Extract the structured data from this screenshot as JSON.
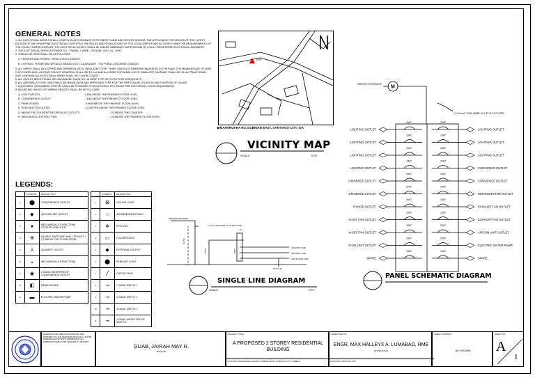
{
  "general_notes": {
    "title": "GENERAL NOTES",
    "items": [
      "1. ALL ELECTRICAL WORKS SHALL COMPLY IN ACCORDANCE WITH THESE PLANS AND SPECIFICATIONS, THE APPLICABLE PROVISIONS OF THE LATEST EDITION OF THE PHILIPPINE ELECTRICAL CODE (PEC) THE RULES AND REGULATIONS OF THE LOCAL ENFORCING AUTHORITY AND THE REQUIREMENTS OF THE LOCAL POWER COMPANY. THE ELECTRICAL WORKS SHALL BE UNDER IMMEDIATE SUPERVISION OF A DULY REGISTERED ELECTRICAL ENGINEER.",
      "2. THE ELECTRICAL SERVICE POWER IS 1 - PHASE, 2 WIRE - GROUND 230 V AC, 60HZ.",
      "3. WIRING METHOD SHALL BE AS FOLLOWS :",
      "A. FEEDERS AND RISERS - RIGID STEEL CONDUIT",
      "B. LIGHTING, POWER RECEPTACLE BRANCH CKT, & AUXILIARY - POLYVINYL CHLORIDE CONDUIT",
      "4. ALL WIRES SHALL BE COPPER AND THERMOPLASTIC INSULATED TYPE \"THHN\" UNLESS OTHERWISE INDICATED IN THE PLAN. THE MINIMUM SIZE OF WIRE FOR POWER AND LIGHTING CIRCUIT HOMERUN SHALL BE 3.5 mm AND ALLOWED FOR 60MM VOLTS. SMALLEST RACEWAY SHALL BE 15 mm TRADITIONAL SIZE. LIKEWISE ALL ELECTRICAL WIRES SHALL BE COLOR CODED.",
      "5. ALL OUTLET BOXES SHALL BE GALVANIZED GAGE NO. 16 DEEP TYPE WITH FACTORY KNOCKOUTS.",
      "6. ALL MATERIALS TO BE USED SHALL BE BRAND NEW AND APPROVED TYPE FOR THE PARTICULAR LOCATION AND PURPOSE OF USAGE.",
      "7. EQUIPMENT GROUNDING SYSTEM SHALL BE PROVIDED TO ELECTRICAL SYSTEM AS PER ELECTRICAL CODE REQUIREMENT.",
      "8. MOUNTING HEIGHT OF WIRING DEVICES SHALL BE AS FOLLOWS :"
    ],
    "heights": [
      {
        "label": "A. LIGHT SWITCH",
        "value": "1.30M ABOVE THE FINISHED FLOOR LEVEL"
      },
      {
        "label": "B. CONVENIENCE OUTLET",
        "value": "- .40M ABOVE THE FINISHED FLOOR LEVEL"
      },
      {
        "label": "C. PANELBOARD",
        "value": "- 1.60M ABOVE THE FINISHED FLOOR LEVEL"
      },
      {
        "label": "D. PUSH BUTTON OUTLET",
        "value": "- 15 METER ABOVE THE FINISHED FLOOR LEVEL"
      },
      {
        "label": "G. ABOVE THE COUNTER RECEPTACLE OUTLETS",
        "value": "- .25 ABOVE THE COUNTER"
      },
      {
        "label": "H. MECHANICAL EXTRACT FAN",
        "value": "- 1.8 ABOVE THE FINISHED FLOOR LEVEL"
      }
    ]
  },
  "legends": {
    "title": "LEGENDS:",
    "header": {
      "symbol": "SYMBOLS",
      "description": "DESCRIPTION"
    },
    "left": [
      {
        "num": "1",
        "icon": "convenience-outlet-icon",
        "glyph": "⬤",
        "desc": "CONVENIENCE OUTLET"
      },
      {
        "num": "2",
        "icon": "aircon-outlet-icon",
        "glyph": "◆",
        "desc": "AIRCON UNIT OUTLET"
      },
      {
        "num": "3",
        "icon": "extract-fan-icon",
        "glyph": "●",
        "desc": "MECHANICAL EXTRACT FAN COOKER HOB HOOD"
      },
      {
        "num": "4",
        "icon": "double-outlet-icon",
        "glyph": "⊕",
        "desc": "DOUBLE SWITCHED WALL SOCKET 1 FT ABOVE THE FLOOR LEVEL"
      },
      {
        "num": "5",
        "icon": "laundry-outlet-icon",
        "glyph": "⅄",
        "desc": "LAUNDRY OUTLET"
      },
      {
        "num": "6",
        "icon": "mechanical-fan-icon",
        "glyph": "◒",
        "desc": "MECHANICAL EXTRACT FAN"
      },
      {
        "num": "7",
        "icon": "waterproof-outlet-icon",
        "glyph": "◉",
        "desc": "2 GANG WATERPROOF CONVENIENCE OUTLET"
      },
      {
        "num": "8",
        "icon": "panel-board-icon",
        "glyph": "◧",
        "desc": "PANEL BOARD"
      },
      {
        "num": "9",
        "icon": "water-pump-icon",
        "glyph": "▬",
        "desc": "ELECTRIC WATER PUMP"
      }
    ],
    "right": [
      {
        "num": "1",
        "icon": "ceiling-light-icon",
        "glyph": "⊠",
        "desc": "CEILING LIGHT"
      },
      {
        "num": "2",
        "icon": "incandescent-bulb-icon",
        "glyph": "○",
        "desc": "INCANDESCENT BULB"
      },
      {
        "num": "3",
        "icon": "pin-light-icon",
        "glyph": "✲",
        "desc": "PIN LIGHT"
      },
      {
        "num": "4",
        "icon": "fluorescent-icon",
        "glyph": "▭",
        "desc": "FLUORESCENT"
      },
      {
        "num": "5",
        "icon": "external-output-icon",
        "glyph": "◆",
        "desc": "EXTERNAL OUTPUT"
      },
      {
        "num": "6",
        "icon": "pendant-light-icon",
        "glyph": "⬤",
        "desc": "PENDANT LIGHT"
      },
      {
        "num": "7",
        "icon": "circuit-run-icon",
        "glyph": "╱",
        "desc": "CIRCUIT RUN"
      },
      {
        "num": "8",
        "icon": "one-gang-switch-icon",
        "glyph": "⊸",
        "desc": "1 GANG SWITCH"
      },
      {
        "num": "9",
        "icon": "two-gang-switch-icon",
        "glyph": "⊸",
        "desc": "2 GANG SWITCH"
      },
      {
        "num": "10",
        "icon": "three-gang-switch-icon",
        "glyph": "⊸",
        "desc": "3 GANG SWITCH"
      },
      {
        "num": "11",
        "icon": "waterproof-switch-icon",
        "glyph": "⊸",
        "desc": "1 GANG WATER PROOF SWITCH"
      }
    ]
  },
  "vicinity": {
    "title": "VICINITY MAP",
    "scale": "SCALE",
    "nts": "NTS",
    "address": "MAHARUKHA HU, DUBINAN EAST, SANTIAGO CITY, ISA",
    "north": "N",
    "site_label": "SITE"
  },
  "single_line": {
    "title": "SINGLE LINE DIAGRAM",
    "scale": "SCALE",
    "nts": "NTS",
    "labels": {
      "service": "SERVICE ENTRANCE",
      "wire1": "2-3.5mm² THW WIRE IN 1/2\" Ø PVC PIPE",
      "lp": "LP",
      "ground": "GROUND LINE",
      "natural": "NATURAL LINE",
      "ffl": "2ND FLOOR LINE",
      "bot": "1ST FLR",
      "h1": "10.50",
      "h2": "3.00m",
      "h3": "2.80m"
    }
  },
  "panel": {
    "title": "PANEL SCHEMATIC DIAGRAM",
    "service": "SERVICE ENTRANCE",
    "meter": "M",
    "wire": "2-3.5mm² THW WIRE IN 1/2\" Ø PVC PIPE",
    "breaker": "15AT",
    "left": [
      "LIGHTING OUTLET",
      "LIGHTING OUTLET",
      "LIGHTING OUTLET",
      "LIGHTING OUTLET",
      "CONVIENCE OUTLET",
      "CONVIENCE OUTLET",
      "RANGE OUTLET",
      "EXHAUST FAN OUTLET",
      "EXHAUST FAN OUTLET",
      "AIRCON UNIT OUTLET",
      "SPARE"
    ],
    "right": [
      "LIGHTING OUTLET",
      "LIGHTING OUTLET",
      "LIGHTING OUTLET",
      "CONVIENCE OUTLET",
      "CONVIENCE OUTLET",
      "REFRIGERATOR OUTLET",
      "EXHAUST FAN OUTLET",
      "EXHAUST FAN OUTLET",
      "AIRCON UNIT OUTLET",
      "ELECTRIC WATER PUMP",
      "SPARE"
    ],
    "left_breakers": [
      "15AT",
      "15AT",
      "15AT",
      "15AT",
      "20AT",
      "20AT",
      "20AT",
      "15AT",
      "15AT",
      "20AT",
      "15AT"
    ],
    "right_breakers": [
      "15AT",
      "15AT",
      "15AT",
      "20AT",
      "20AT",
      "20AT",
      "15AT",
      "15AT",
      "20AT",
      "20AT",
      "15AT"
    ]
  },
  "title_block": {
    "disclaimer": "DRAWINGS AND SPECIFICATIONS ARE THE PROPERTY OF THE DESIGNER AND SHALL NOT BE REPRODUCED WITHOUT PERMISSION. ALL DIMENSIONS ARE TO BE VERIFIED IN THE FIELD.",
    "student": "GUAB, JAIRAH MAY R.",
    "student_id": "BSCE-3B",
    "project_label": "PROJECT TITLE",
    "project": "A PROPOSED 2 STOREY RESIDENTIAL BUILDING",
    "location_label": "LOCATION:",
    "location": "MAHARUKHA HIGHWAY, DUBINAN EAST, SANTIAGO CITY, ISABELA",
    "submitted_label": "SUBMITTED TO",
    "engineer": "ENGR. MAX HALLEYX A. LUMABAO, RME",
    "engineer_role": "INSTRUCTOR",
    "sheet_content_label": "SHEET CONTENT",
    "scale": "AS SHOWN",
    "sheet_no_label": "SHEET NO.",
    "sheet_letter": "A",
    "sheet_number": "1",
    "loc2_label": "LOCATION: SANTIAGO CITY"
  }
}
